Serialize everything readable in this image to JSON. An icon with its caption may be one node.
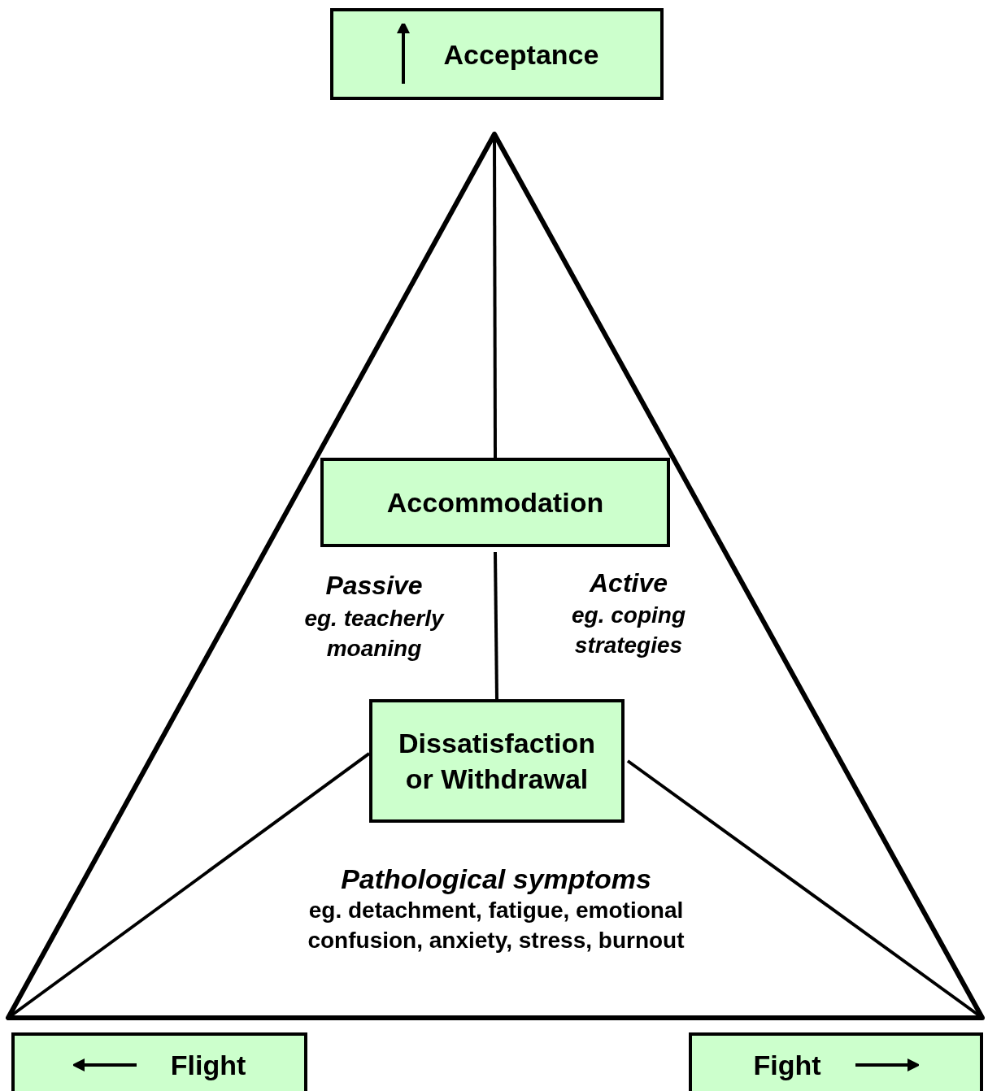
{
  "diagram": {
    "nodes": [
      {
        "text": [
          "Acceptance"
        ]
      },
      {
        "text": [
          "Accommodation"
        ]
      },
      {
        "text": [
          "Dissatisfaction or Withdrawal"
        ]
      },
      {
        "text": [
          "Flight"
        ]
      },
      {
        "text": [
          "Fight"
        ]
      }
    ],
    "edges": [
      {
        "from": null,
        "to": 1,
        "arrow": "none"
      },
      {
        "from": 1,
        "to": 2,
        "arrow": "none"
      },
      {
        "from": 2,
        "to": null,
        "arrow": "none"
      },
      {
        "from": 2,
        "to": null,
        "arrow": "none"
      }
    ],
    "labels": [
      "Passive",
      "eg. teacherly moaning",
      "Active",
      "eg. coping strategies",
      "Pathological symptoms",
      "eg. detachment, fatigue, emotional confusion, anxiety, stress, burnout"
    ]
  }
}
